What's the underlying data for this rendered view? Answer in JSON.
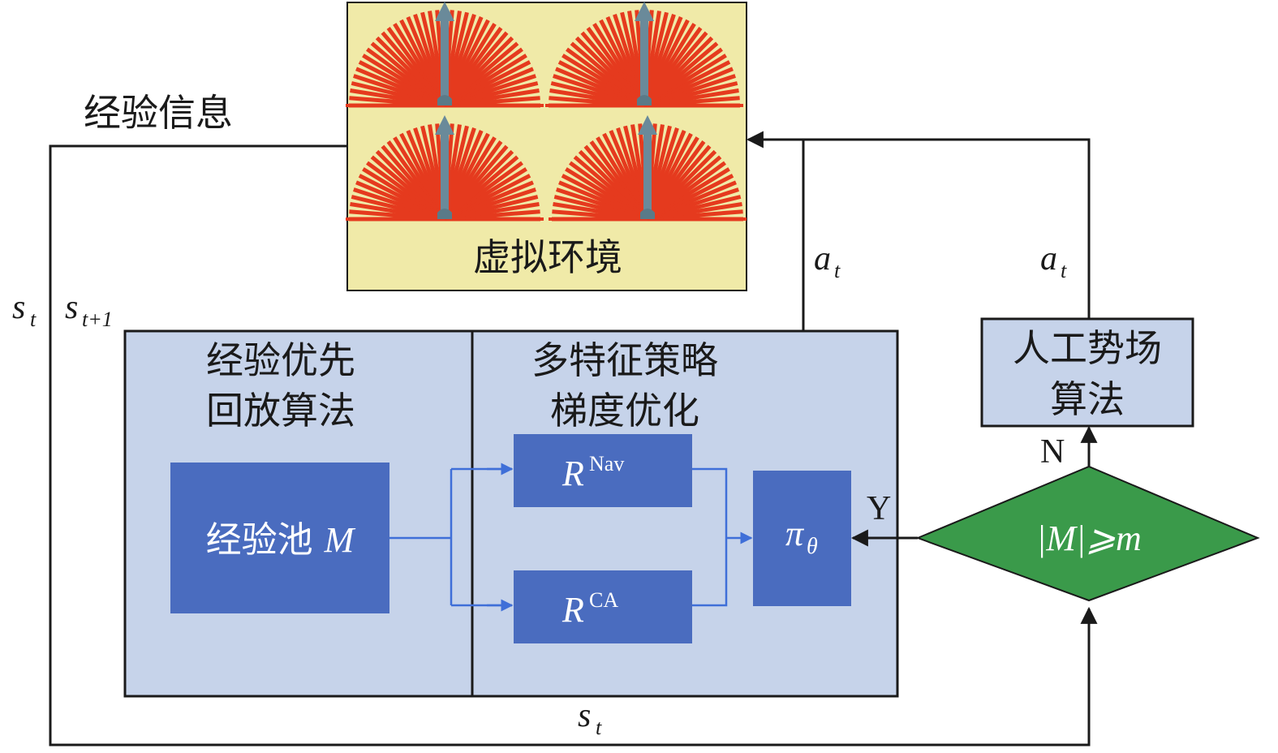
{
  "env": {
    "label": "虚拟环境",
    "panel_bg": "#f0eaa8",
    "ray_color": "#e53a1e",
    "arrow_color": "#6a8a9a"
  },
  "labels": {
    "experience_info": "经验信息",
    "a_t_left": "a",
    "a_t_left_sub": "t",
    "a_t_right": "a",
    "a_t_right_sub": "t",
    "s_t": "s",
    "s_t_sub": "t",
    "s_t1": "s",
    "s_t1_sub": "t+1",
    "s_t_bottom": "s",
    "s_t_bottom_sub": "t",
    "Y": "Y",
    "N": "N"
  },
  "per": {
    "title_line1": "经验优先",
    "title_line2": "回放算法",
    "pool_text": "经验池 ",
    "pool_var": "M"
  },
  "mfpg": {
    "title_line1": "多特征策略",
    "title_line2": "梯度优化",
    "r_nav": "R",
    "r_nav_sup": "Nav",
    "r_ca": "R",
    "r_ca_sup": "CA",
    "pi": "π",
    "pi_sub": "θ"
  },
  "apf": {
    "line1": "人工势场",
    "line2": "算法"
  },
  "decision": {
    "text": "|M|⩾m"
  },
  "colors": {
    "panel_fill": "#c6d3ea",
    "block_fill": "#4a6cbf",
    "diamond_fill": "#3a9a4a",
    "apf_fill": "#c6d3ea"
  }
}
